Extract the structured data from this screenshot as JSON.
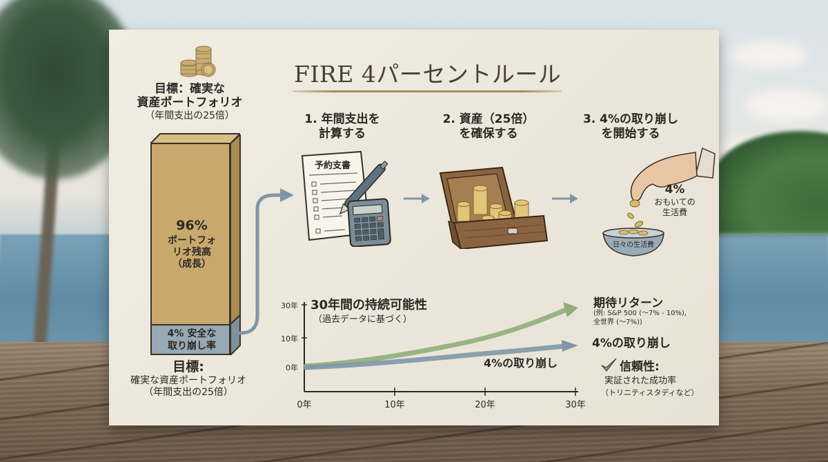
{
  "title": "FIRE 4パーセントルール",
  "left_panel": {
    "goal_top": {
      "line1": "目標：確実な",
      "line2": "資産ポートフォリオ",
      "line3": "（年間支出の25倍）"
    },
    "bar": {
      "growth_pct": "96%",
      "growth_label_1": "ポートフォ",
      "growth_label_2": "リオ残高",
      "growth_label_3": "（成長）",
      "safe_label_1": "4% 安全な",
      "safe_label_2": "取り崩し率",
      "colors": {
        "growth": "#c8a86d",
        "safe": "#96a9b4"
      }
    },
    "goal_bottom": {
      "line1": "目標:",
      "line2": "確実な資産ポートフォリオ",
      "line3": "（年間支出の25倍）"
    }
  },
  "steps": [
    {
      "line1": "1. 年間支出を",
      "line2": "計算する",
      "illustration": "budget-sheet-calculator",
      "sheet_title": "予約支書"
    },
    {
      "line1": "2. 資産（25倍）",
      "line2": "を確保する",
      "illustration": "treasure-chest-coins"
    },
    {
      "line1": "3. 4%の取り崩し",
      "line2": "を開始する",
      "illustration": "hand-dropping-coins",
      "bowl_label": "日々の生活費"
    }
  ],
  "withdrawal_annotation": {
    "pct": "4%",
    "line1": "おもいての",
    "line2": "生活費"
  },
  "chart": {
    "title": "30年間の持続可能性",
    "subtitle": "（過去データに基づく）",
    "legend_return_title": "期待リターン",
    "legend_return_sub1": "(例: S&P 500 (〜7% - 10%),",
    "legend_return_sub2": "全世界 (〜7%))",
    "legend_withdrawal": "4%の取り崩し",
    "curve_label": "4%の取り崩し",
    "colors": {
      "return": "#8fae7a",
      "withdrawal": "#7e97a8"
    }
  },
  "chart_data": {
    "type": "line",
    "title": "30年間の持続可能性",
    "subtitle": "（過去データに基づく）",
    "xlabel": "",
    "ylabel": "",
    "x": [
      0,
      10,
      20,
      30
    ],
    "x_tick_labels": [
      "0年",
      "10年",
      "20年",
      "30年"
    ],
    "y_tick_labels": [
      "0年",
      "10年",
      "30年"
    ],
    "series": [
      {
        "name": "期待リターン",
        "values": [
          0,
          3,
          10,
          25
        ],
        "color": "#8fae7a"
      },
      {
        "name": "4%の取り崩し",
        "values": [
          0,
          1.5,
          4,
          8
        ],
        "color": "#7e97a8"
      }
    ],
    "legend_position": "right",
    "grid": false
  },
  "reliability": {
    "title": "信頼性:",
    "line1": "実証された成功率",
    "line2": "（トリニティスタディなど）"
  }
}
